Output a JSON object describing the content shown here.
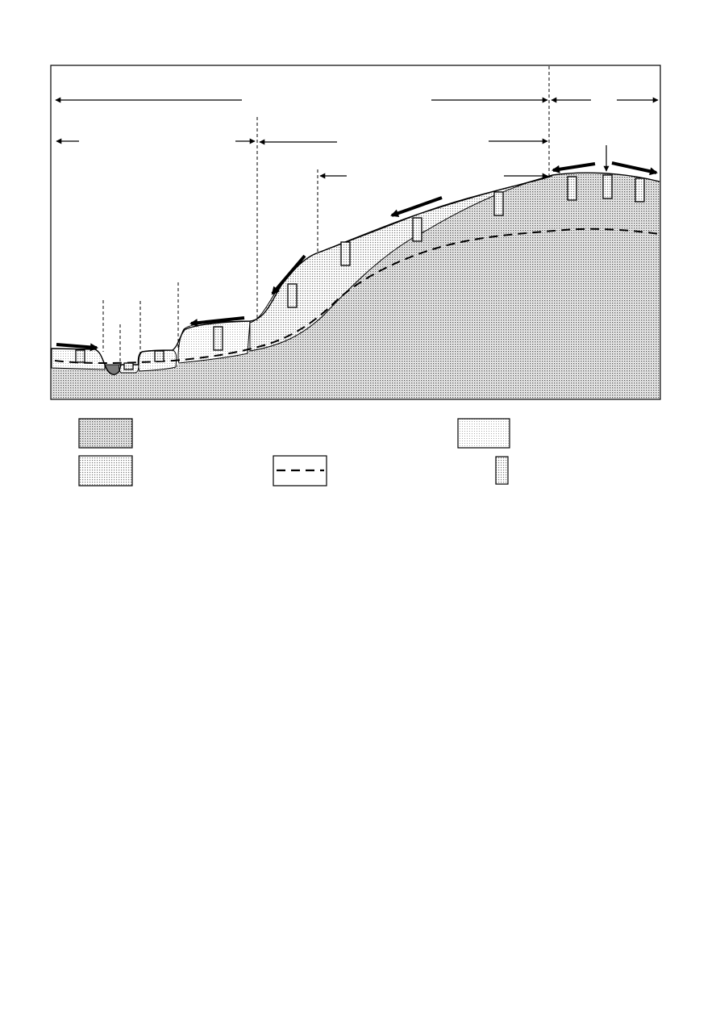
{
  "figure": {
    "type": "hillslope cross-section diagram",
    "text_labels": [],
    "colors": {
      "line": "#000000",
      "background": "#ffffff",
      "bedrock_fill": "#c8c8c8",
      "deposit_fill": "#e4e4e4",
      "dark_deposit_fill": "#7a7a7a",
      "profile_fill": "#bdbdbd"
    }
  },
  "legend": {
    "items": [
      {
        "key": "dense-stipple-swatch",
        "label": ""
      },
      {
        "key": "light-stipple-swatch",
        "label": ""
      },
      {
        "key": "stipple-swatch",
        "label": ""
      },
      {
        "key": "dashed-line-swatch",
        "label": ""
      },
      {
        "key": "soil-profile-swatch",
        "label": ""
      }
    ]
  }
}
